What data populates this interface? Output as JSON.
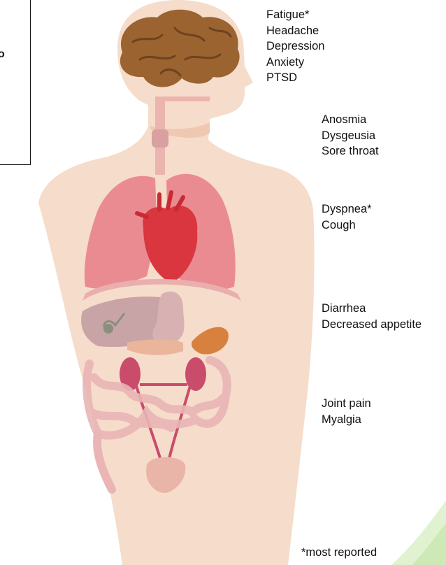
{
  "legend_box": {
    "title_fragment": "o",
    "subtitle_fragment": ")"
  },
  "symptom_groups": [
    {
      "organ": "brain",
      "symptoms": [
        "Fatigue*",
        "Headache",
        "Depression",
        "Anxiety",
        "PTSD"
      ]
    },
    {
      "organ": "nose-throat",
      "symptoms": [
        "Anosmia",
        "Dysgeusia",
        "Sore throat"
      ]
    },
    {
      "organ": "lungs",
      "symptoms": [
        "Dyspnea*",
        "Cough"
      ]
    },
    {
      "organ": "digestive",
      "symptoms": [
        "Diarrhea",
        "Decreased appetite"
      ]
    },
    {
      "organ": "musculoskeletal",
      "symptoms": [
        "Joint pain",
        "Myalgia"
      ]
    }
  ],
  "footnote": "*most reported",
  "colors": {
    "skin": "#f6dccb",
    "skin_shadow": "#eec8b1",
    "brain": "#9b6330",
    "lungs": "#ea8b92",
    "heart": "#d9363f",
    "liver": "#c8a4a6",
    "organ_pink": "#c94c6b",
    "pancreas": "#d8813f",
    "watermark": "#d8efc4"
  }
}
